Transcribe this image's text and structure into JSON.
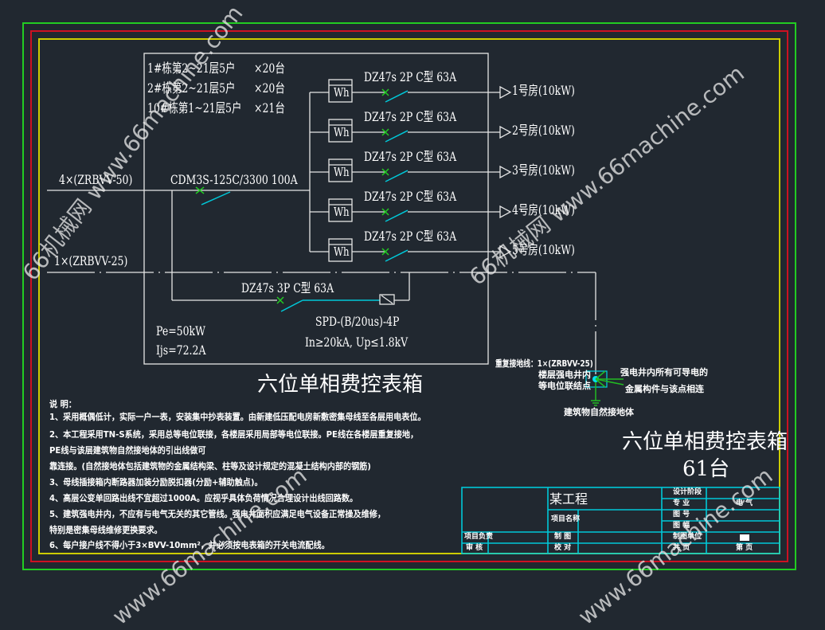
{
  "drawing": {
    "households": [
      {
        "label": "1#栋第2~21层5户",
        "qty": "×20台"
      },
      {
        "label": "2#栋第2~21层5户",
        "qty": "×20台"
      },
      {
        "label": "10#栋第1~21层5户",
        "qty": "×21台"
      }
    ],
    "incoming_cable": "4×(ZRBVV-50)",
    "pe_cable": "1×(ZRBVV-25)",
    "main_breaker": "CDM3S-125C/3300 100A",
    "meter_label": "Wh",
    "branches": [
      {
        "breaker": "DZ47s 2P C型 63A",
        "load": "1号房(10kW)"
      },
      {
        "breaker": "DZ47s 2P C型 63A",
        "load": "2号房(10kW)"
      },
      {
        "breaker": "DZ47s 2P C型 63A",
        "load": "3号房(10kW)"
      },
      {
        "breaker": "DZ47s 2P C型 63A",
        "load": "4号房(10kW)"
      },
      {
        "breaker": "DZ47s 2P C型 63A",
        "load": "5号房(10kW)"
      }
    ],
    "spd_breaker": "DZ47s 3P C型 63A",
    "spd_model": "SPD-(B/20us)-4P",
    "spd_rating": "In≥20kA, Up≤1.8kV",
    "pe_power": "Pe=50kW",
    "ijs_current": "Ijs=72.2A",
    "box_caption": "六位单相费控表箱",
    "grounding": {
      "repeat_ground": "重复接地线：1×(ZRBVV-25)",
      "bond_point_1": "楼层强电井内",
      "bond_point_2": "等电位联结点",
      "metal_1": "强电井内所有可导电的",
      "metal_2": "金属构件与该点相连",
      "earth": "建筑物自然接地体"
    },
    "summary_title": "六位单相费控表箱",
    "summary_qty": "61台"
  },
  "notes": {
    "heading": "说 明：",
    "lines": [
      "1、采用概偶低计，实际一户一表，安装集中抄表装置。由新建低压配电房新敷密集母线至各层用电表位。",
      "2、本工程采用TN-S系统，采用总等电位联接，各楼层采用局部等电位联接。PE线在各楼层重复接地，",
      "PE线与该层建筑物自然接地体的引出线做可",
      "靠连接。(自然接地体包括建筑物的金属结构梁、柱等及设计规定的混凝土结构内部的钢筋)",
      "3、母线插接箱内断路器加装分励脱扣器(分励+辅助触点)。",
      "4、高层公变单回路出线不宜超过1000A。应视乎具体负荷情况合理设计出线回路数。",
      "5、建筑强电井内，不应有与电气无关的其它管线。强电井面积应满足电气设备正常操及维修，",
      "特别是密集母线维修更换要求。",
      "6、每户接户线不得小于3×BVV-10mm²，并必须按电表箱的开关电流配线。"
    ]
  },
  "title_block": {
    "project": "某工程",
    "project_name_label": "项目名称",
    "project_lead_label": "项目负责",
    "review_label": "审 核",
    "drawn_label": "制 图",
    "check_label": "校 对",
    "design_stage_label": "设计阶段",
    "discipline_label": "专 业",
    "discipline_value": "电 气",
    "drawing_no_label": "图 号",
    "sheet_size_label": "图 幅",
    "unit_label": "制图单位",
    "total_pages_label": "共 页",
    "page_label": "第 页"
  },
  "watermark": {
    "text_cn": "66机械网",
    "text_url": "www.66machine.com"
  },
  "colors": {
    "background": "#212830",
    "border_outer": "#22cc22",
    "border_middle": "#cc1122",
    "border_inner": "#cccc00",
    "wire": "#e6e6e6",
    "breaker_blade": "#00c8d8",
    "breaker_cross": "#22cc22",
    "title_block": "#00c8d8",
    "ground": "#22bb22"
  }
}
